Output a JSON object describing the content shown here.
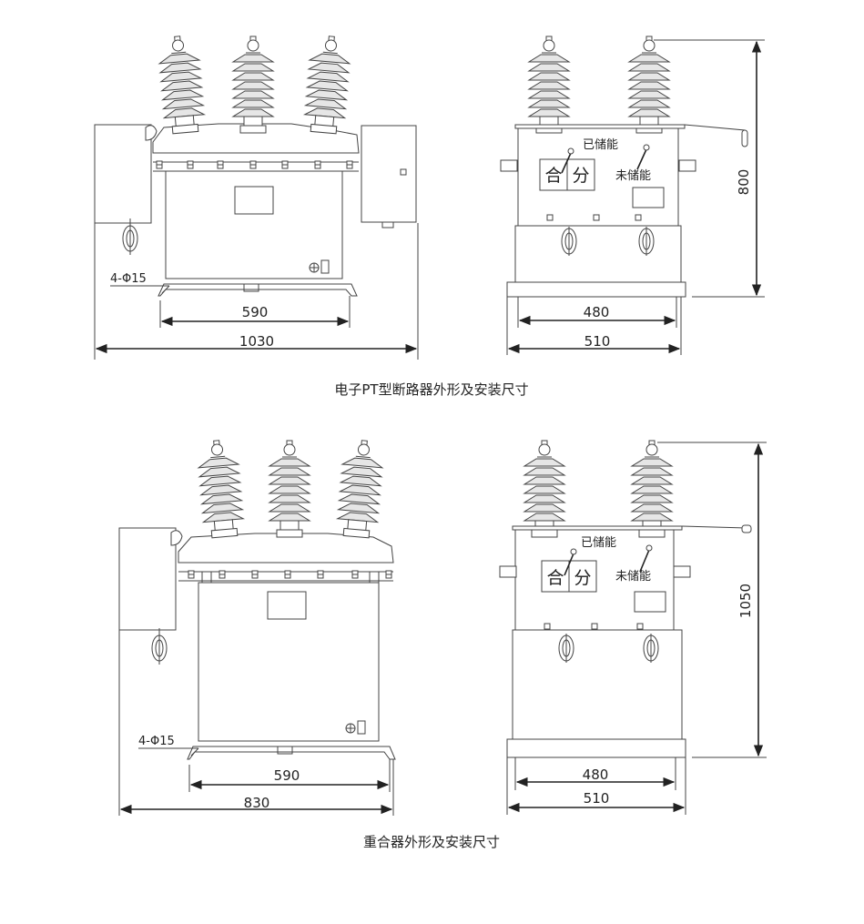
{
  "figures": [
    {
      "caption": "电子PT型断路器外形及安装尺寸",
      "front": {
        "hole_note": "4-Φ15",
        "inner_width": "590",
        "overall_width": "1030"
      },
      "side": {
        "stored_label": "已储能",
        "unstored_label": "未储能",
        "close_label": "合",
        "open_label": "分",
        "inner_width": "480",
        "overall_width": "510",
        "height": "800"
      }
    },
    {
      "caption": "重合器外形及安装尺寸",
      "front": {
        "hole_note": "4-Φ15",
        "inner_width": "590",
        "overall_width": "830"
      },
      "side": {
        "stored_label": "已储能",
        "unstored_label": "未储能",
        "close_label": "合",
        "open_label": "分",
        "inner_width": "480",
        "overall_width": "510",
        "height": "1050"
      }
    }
  ]
}
